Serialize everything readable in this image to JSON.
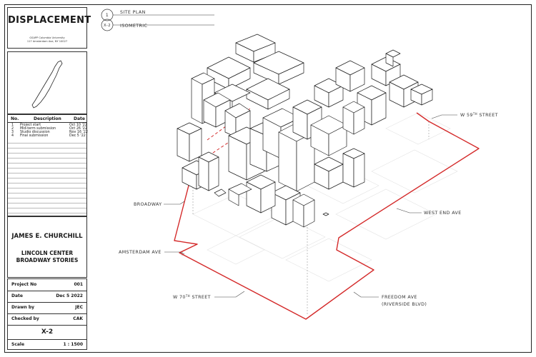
{
  "title_block": {
    "project_title": "DISPLACEMENT",
    "address_line1": "GSAPP Columbia University",
    "address_line2": "117 Amsterdam Ave, NY 10027"
  },
  "revisions": {
    "header": {
      "no": "No.",
      "description": "Description",
      "date": "Date"
    },
    "rows": [
      {
        "no": "1",
        "description": "Project start",
        "date": "Oct 10 '22"
      },
      {
        "no": "2",
        "description": "Mid-term submission",
        "date": "Oct 26 '22"
      },
      {
        "no": "3",
        "description": "Studio discussion",
        "date": "Nov 16 '22"
      },
      {
        "no": "4",
        "description": "Final submission",
        "date": "Dec 5 '22"
      }
    ]
  },
  "author": {
    "name": "JAMES E. CHURCHILL",
    "subtitle1": "LINCOLN CENTER",
    "subtitle2": "BROADWAY STORIES"
  },
  "info": [
    {
      "key": "Project No",
      "value": "001"
    },
    {
      "key": "Date",
      "value": "Dec 5 2022"
    },
    {
      "key": "Drawn by",
      "value": "JEC"
    },
    {
      "key": "Checked by",
      "value": "CAK"
    }
  ],
  "sheet_code": "X-2",
  "scale": {
    "key": "Scale",
    "value": "1 : 1500"
  },
  "view_markers": [
    {
      "id": "1",
      "label": "SITE PLAN"
    },
    {
      "id": "X-2",
      "label": "ISOMETRIC"
    }
  ],
  "streets": {
    "w59": {
      "main": "W 59",
      "sup": "TH",
      "rest": " STREET"
    },
    "broadway": "BROADWAY",
    "west_end": "WEST END AVE",
    "amsterdam": "AMSTERDAM AVE",
    "w70": {
      "main": "W 70",
      "sup": "TH",
      "rest": " STREET"
    },
    "freedom1": "FREEDOM AVE",
    "freedom2": "(RIVERSIDE BLVD)"
  },
  "colors": {
    "boundary": "#d42a2a",
    "ink": "#1a1a1a"
  }
}
